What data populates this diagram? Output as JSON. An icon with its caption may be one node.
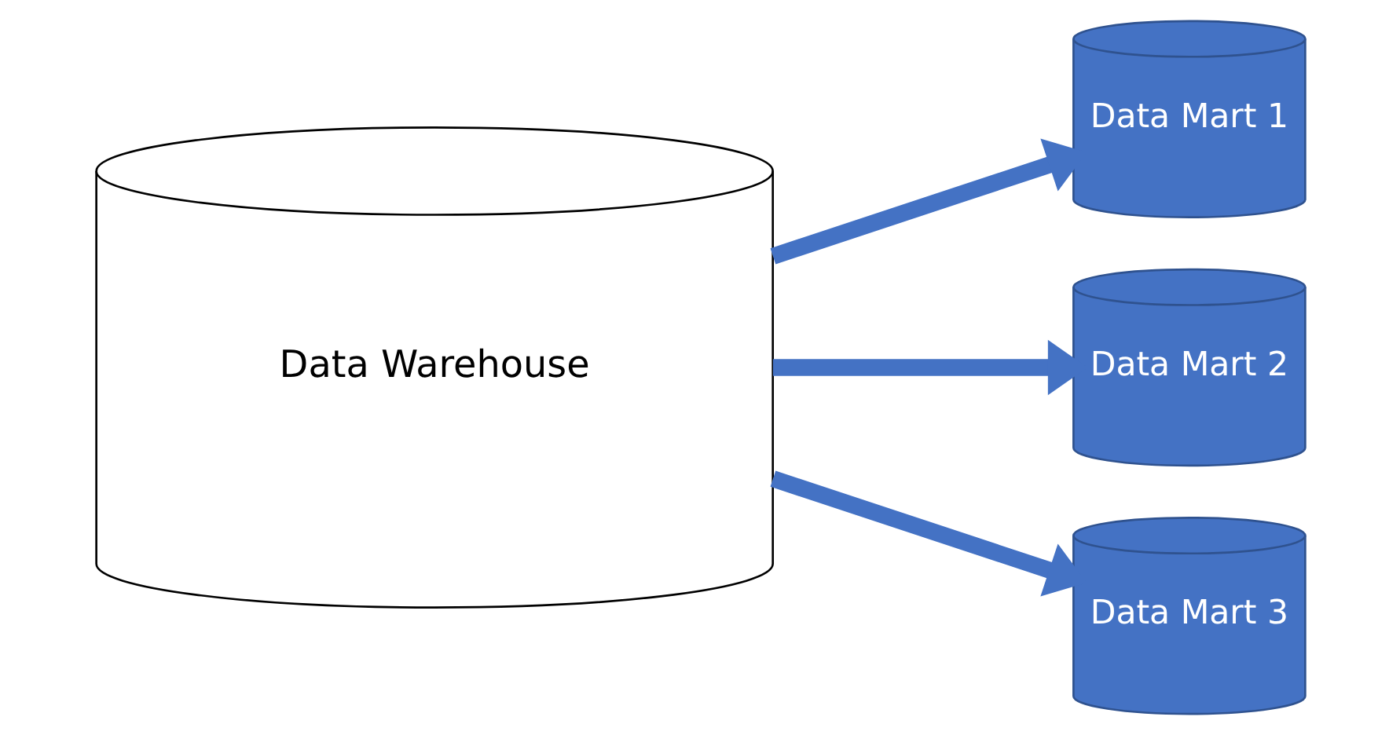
{
  "diagram": {
    "nodes": [
      {
        "text": [
          "Data Warehouse"
        ]
      },
      {
        "text": [
          "Data Mart 1"
        ]
      },
      {
        "text": [
          "Data Mart 2"
        ]
      },
      {
        "text": [
          "Data Mart 3"
        ]
      }
    ],
    "edges": [
      {
        "from": 0,
        "to": 1,
        "arrow": "to"
      },
      {
        "from": 0,
        "to": 2,
        "arrow": "to"
      },
      {
        "from": 0,
        "to": 3,
        "arrow": "to"
      }
    ]
  }
}
